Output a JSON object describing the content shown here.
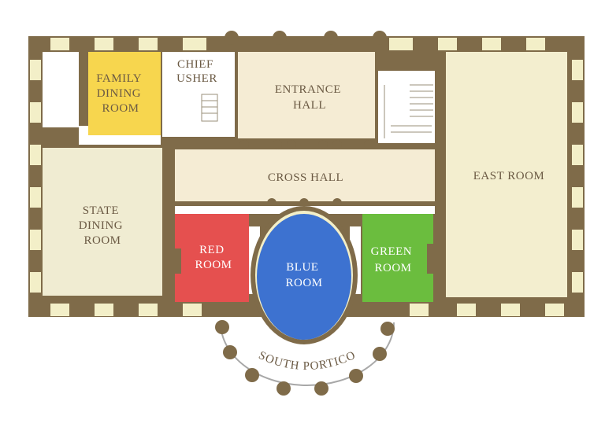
{
  "floor_plan": {
    "colors": {
      "wall": "#7f6b49",
      "wall_light": "#f3efc8",
      "cream": "#f5ecd4",
      "dining": "#f0ecd2",
      "east": "#f3eecf",
      "family": "#f7d64e",
      "red": "#e5504f",
      "blue": "#3d72d0",
      "green": "#6bbd3e",
      "label": "#6b5a44",
      "portico_line": "#9a9a9a"
    },
    "rooms": {
      "family_dining": [
        "FAMILY",
        "DINING",
        "ROOM"
      ],
      "chief_usher": [
        "CHIEF",
        "USHER"
      ],
      "entrance_hall": [
        "ENTRANCE",
        "HALL"
      ],
      "cross_hall": [
        "CROSS HALL"
      ],
      "east_room": [
        "EAST ROOM"
      ],
      "state_dining": [
        "STATE",
        "DINING",
        "ROOM"
      ],
      "red_room": [
        "RED",
        "ROOM"
      ],
      "blue_room": [
        "BLUE",
        "ROOM"
      ],
      "green_room": [
        "GREEN",
        "ROOM"
      ]
    },
    "portico": "SOUTH PORTICO"
  }
}
